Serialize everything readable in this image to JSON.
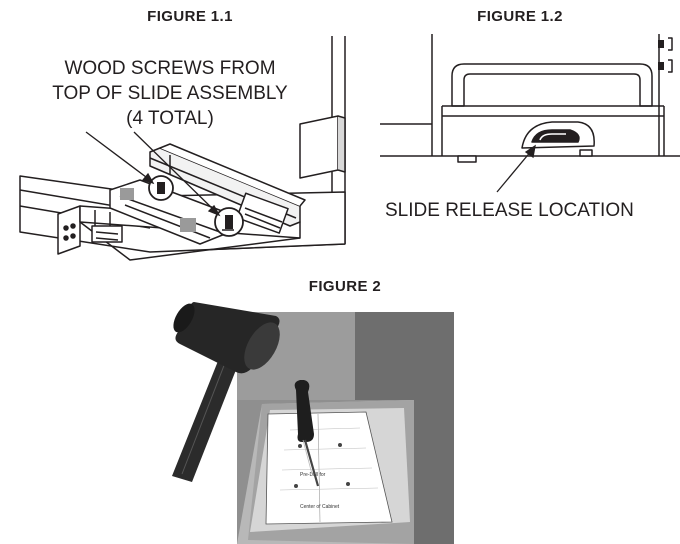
{
  "figure_1_1": {
    "title": "FIGURE 1.1",
    "callout_line1": "WOOD SCREWS FROM",
    "callout_line2": "TOP OF SLIDE ASSEMBLY",
    "callout_line3": "(4 TOTAL)"
  },
  "figure_1_2": {
    "title": "FIGURE 1.2",
    "callout": "SLIDE RELEASE LOCATION"
  },
  "figure_2": {
    "title": "FIGURE 2",
    "template_text_1": "Pre-Drill for",
    "template_text_2": "Center of Cabinet"
  },
  "colors": {
    "ink": "#231f20",
    "cabinet_wall": "#8f8f8f",
    "cabinet_inner": "#6e6e6e",
    "mallet": "#2b2b2b"
  }
}
